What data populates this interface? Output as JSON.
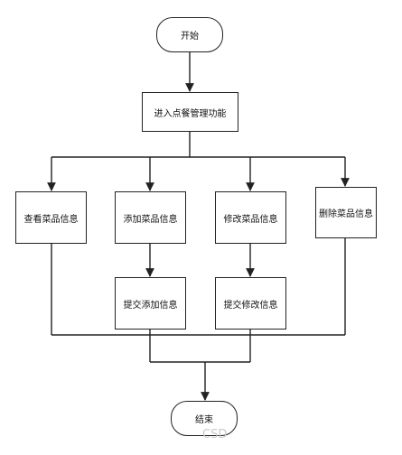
{
  "flowchart": {
    "start": "开始",
    "enter": "进入点餐管理功能",
    "view": "查看菜品信息",
    "add": "添加菜品信息",
    "modify": "修改菜品信息",
    "delete": "删除菜品信息",
    "submit_add": "提交添加信息",
    "submit_modify": "提交修改信息",
    "end": "结束"
  },
  "watermark": "CSD",
  "colors": {
    "line": "#222222",
    "background": "#ffffff",
    "watermark": "#c9c9c9"
  }
}
